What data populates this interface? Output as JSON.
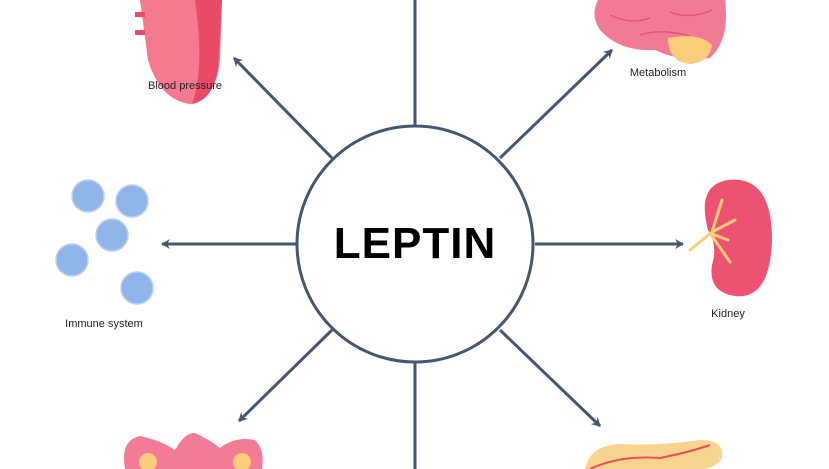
{
  "center": {
    "title": "LEPTIN"
  },
  "labels": {
    "blood_pressure": "Blood pressure",
    "metabolism": "Metabolism",
    "immune_system": "Immune system",
    "kidney": "Kidney"
  },
  "colors": {
    "line": "#455670",
    "organ_pink": "#f0657f",
    "organ_yellow": "#f9cd7a",
    "cell_blue": "#8fb4e8"
  }
}
